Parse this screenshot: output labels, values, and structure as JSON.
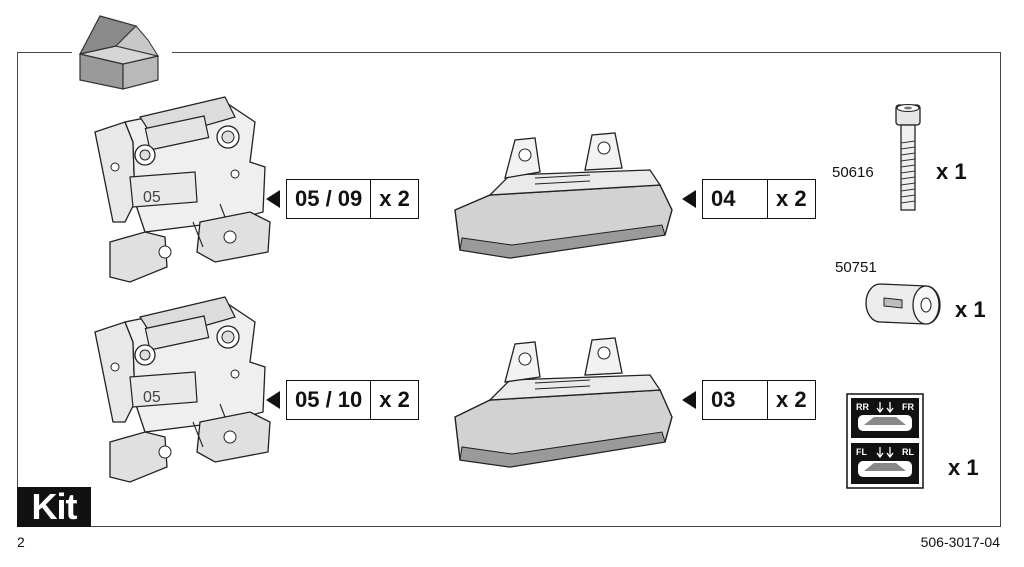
{
  "kit_label": "Kit",
  "page_number": "2",
  "document_code": "506-3017-04",
  "bracket_marking": "05",
  "callouts": [
    {
      "code": "05 / 09",
      "qty": "x 2"
    },
    {
      "code": "05 / 10",
      "qty": "x 2"
    },
    {
      "code": "04",
      "qty": "x 2"
    },
    {
      "code": "03",
      "qty": "x 2"
    }
  ],
  "parts": [
    {
      "part_number": "50616",
      "qty": "x 1"
    },
    {
      "part_number": "50751",
      "qty": "x 1"
    },
    {
      "part_number": "",
      "qty": "x 1"
    }
  ],
  "sticker": {
    "top": {
      "left": "RR",
      "right": "FR"
    },
    "bottom": {
      "left": "FL",
      "right": "RL"
    }
  }
}
